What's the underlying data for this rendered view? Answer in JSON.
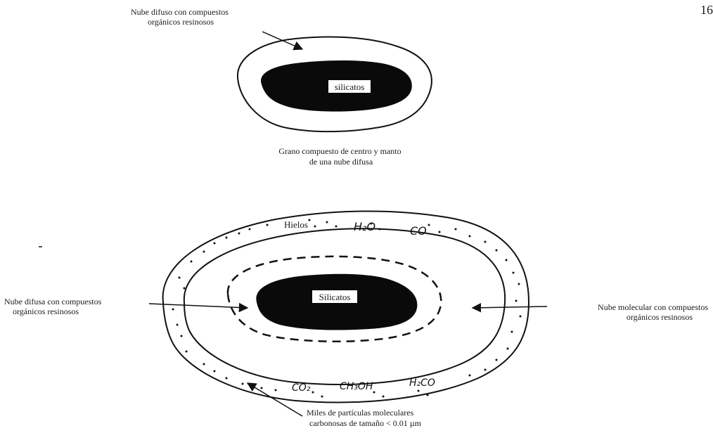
{
  "page_number": "16",
  "top_figure": {
    "diffuse_cloud_label": [
      "Nube difuso con compuestos",
      "orgánicos resinosos"
    ],
    "core_label": "silicatos",
    "caption": [
      "Grano compuesto de centro y manto",
      "de una nube difusa"
    ]
  },
  "bottom_figure": {
    "ices_label": "Hielos",
    "top_molecules": [
      "H₂O",
      "CO"
    ],
    "bottom_molecules": [
      "CO₂",
      "CH₃OH",
      "H₂CO"
    ],
    "core_label": "Silicatos",
    "left_label": [
      "Nube difusa con compuestos",
      "orgánicos resinosos"
    ],
    "right_label": [
      "Nube molecular con  compuestos",
      "orgánicos resinosos"
    ],
    "bottom_label": [
      "Miles de partículas moleculares",
      "carbonosas de tamaño < 0.01 µm"
    ]
  },
  "colors": {
    "ink": "#111111",
    "core": "#0a0a0a",
    "paper": "#ffffff"
  }
}
